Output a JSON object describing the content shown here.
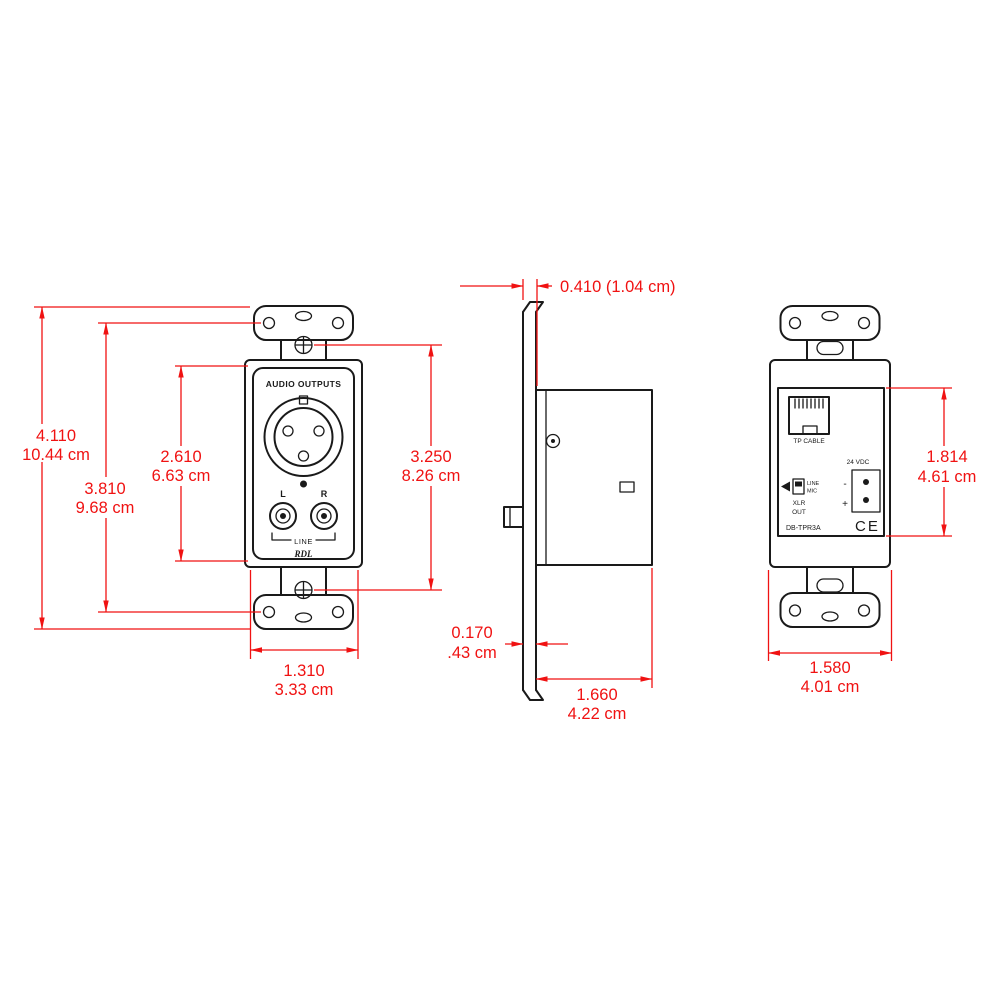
{
  "drawing": {
    "description": "Three-view dimensional drawing of a decora wall plate audio output module",
    "colors": {
      "dimension_red": "#f01212",
      "line_black": "#1a1a1a",
      "background": "#ffffff"
    }
  },
  "front_view": {
    "panel_title": "AUDIO OUTPUTS",
    "left_jack_label": "L",
    "right_jack_label": "R",
    "jack_group_label": "LINE",
    "brand": "RDL"
  },
  "rear_view": {
    "rj45_label": "TP CABLE",
    "power_label": "24 VDC",
    "terminal_minus": "-",
    "terminal_plus": "+",
    "switch_line": "LINE",
    "switch_mic": "MIC",
    "switch_xlr": "XLR",
    "switch_out": "OUT",
    "model": "DB-TPR3A",
    "ce_mark": "CE"
  },
  "dimensions": {
    "front_overall_height": {
      "in": "4.110",
      "cm": "10.44 cm"
    },
    "front_mounting_hole_span": {
      "in": "3.810",
      "cm": "9.68 cm"
    },
    "front_insert_height": {
      "in": "2.610",
      "cm": "6.63 cm"
    },
    "front_screw_span": {
      "in": "3.250",
      "cm": "8.26 cm"
    },
    "front_width": {
      "in": "1.310",
      "cm": "3.33 cm"
    },
    "side_front_projection": {
      "combined": "0.410 (1.04 cm)"
    },
    "side_plate_thickness": {
      "in": "0.170",
      "cm": ".43 cm"
    },
    "side_rear_depth": {
      "in": "1.660",
      "cm": "4.22 cm"
    },
    "rear_module_height": {
      "in": "1.814",
      "cm": "4.61 cm"
    },
    "rear_module_width": {
      "in": "1.580",
      "cm": "4.01 cm"
    }
  }
}
